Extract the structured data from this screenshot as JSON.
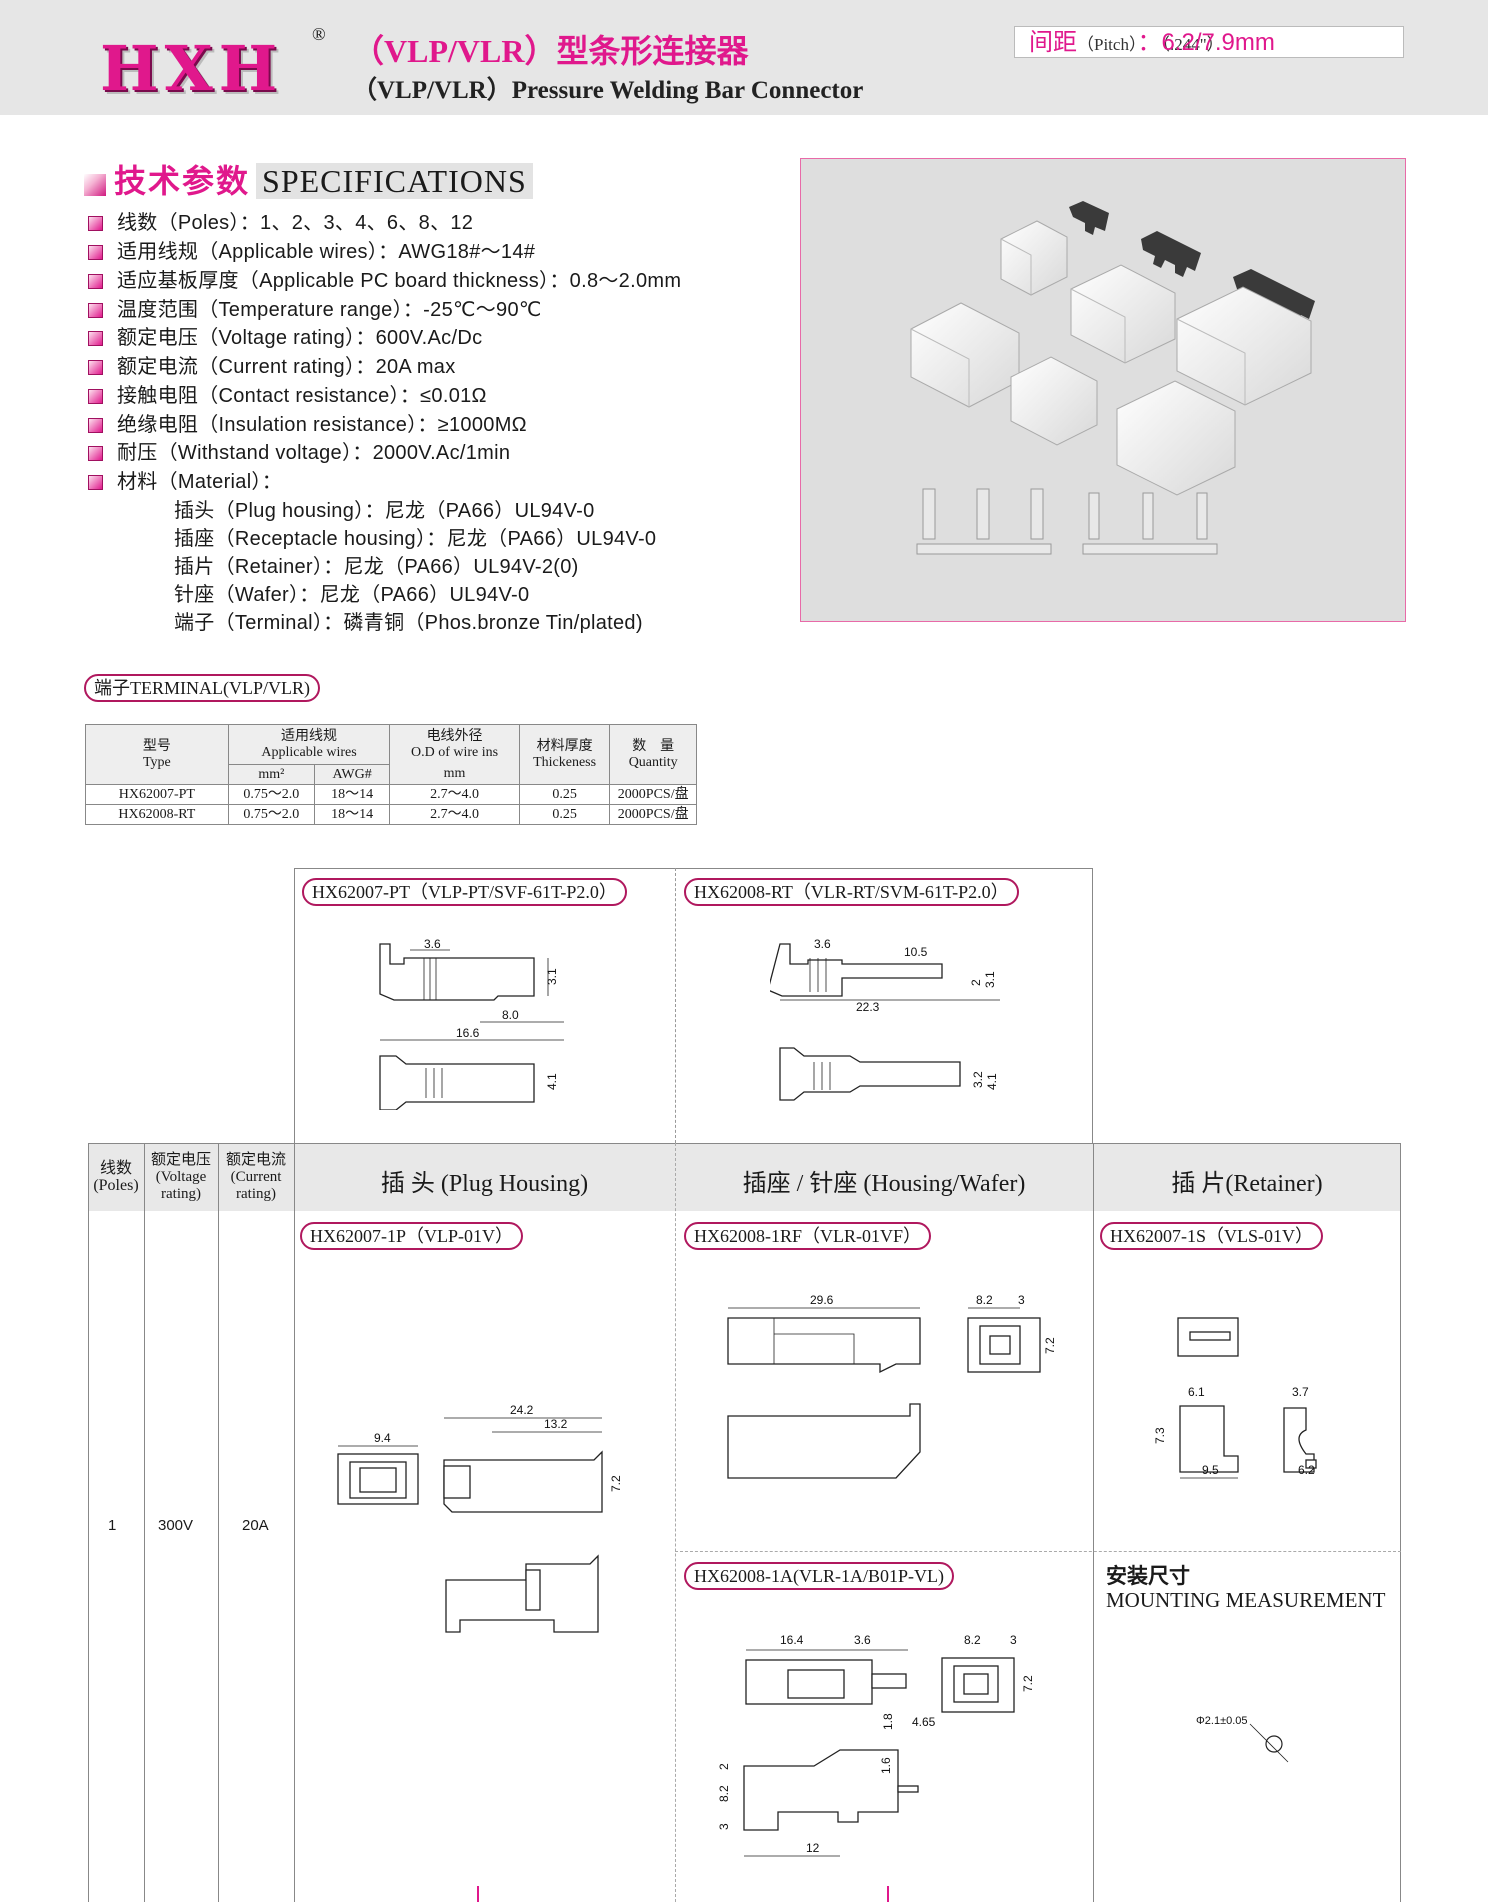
{
  "header": {
    "logo": "HXH",
    "registered": "®",
    "title_cn": "（VLP/VLR）型条形连接器",
    "title_en": "（VLP/VLR）Pressure Welding Bar Connector",
    "pitch_label": "间距",
    "pitch_en": "（Pitch）",
    "pitch_colon": "：",
    "pitch_value": "6.2/7.9mm",
    "pitch_inch": "（.244\"）"
  },
  "specifications": {
    "heading_cn": "技术参数",
    "heading_en": "SPECIFICATIONS",
    "rows": [
      "线数（Poles）：1、2、3、4、6、8、12",
      "适用线规（Applicable wires）：AWG18#～14#",
      "适应基板厚度（Applicable PC board thickness）：0.8～2.0mm",
      "温度范围（Temperature range）：-25℃～90℃",
      "额定电压（Voltage rating）：600V.Ac/Dc",
      "额定电流（Current rating）：20A max",
      "接触电阻（Contact resistance）：≤0.01Ω",
      "绝缘电阻（Insulation resistance）：≥1000MΩ",
      "耐压（Withstand voltage）：2000V.Ac/1min",
      "材料（Material）："
    ],
    "material_rows": [
      "插头（Plug housing）：尼龙（PA66）UL94V-0",
      "插座（Receptacle housing）：尼龙（PA66）UL94V-0",
      "插片（Retainer）：尼龙（PA66）UL94V-2(0)",
      "针座（Wafer）：尼龙（PA66）UL94V-0",
      "端子（Terminal）：磷青铜（Phos.bronze Tin/plated)"
    ]
  },
  "terminal_section": {
    "label": "端子TERMINAL(VLP/VLR)",
    "headers": {
      "type_cn": "型号",
      "type_en": "Type",
      "wires_cn": "适用线规",
      "wires_en": "Applicable wires",
      "mm2": "mm²",
      "awg": "AWG#",
      "od_cn": "电线外径",
      "od_en": "O.D of wire ins",
      "od_unit": "mm",
      "thick_cn": "材料厚度",
      "thick_en": "Thickeness",
      "qty_cn": "数　量",
      "qty_en": "Quantity"
    },
    "rows": [
      {
        "type": "HX62007-PT",
        "mm2": "0.75～2.0",
        "awg": "18～14",
        "od": "2.7～4.0",
        "thick": "0.25",
        "qty": "2000PCS/盘"
      },
      {
        "type": "HX62008-RT",
        "mm2": "0.75～2.0",
        "awg": "18～14",
        "od": "2.7～4.0",
        "thick": "0.25",
        "qty": "2000PCS/盘"
      }
    ]
  },
  "drawings": {
    "pt_label": "HX62007-PT（VLP-PT/SVF-61T-P2.0）",
    "rt_label": "HX62008-RT（VLR-RT/SVM-61T-P2.0）",
    "pt_dims": {
      "a": "3.6",
      "b": "3.1",
      "c": "8.0",
      "d": "16.6",
      "e": "4.1"
    },
    "rt_dims": {
      "a": "3.6",
      "b": "10.5",
      "c": "2",
      "d": "3.1",
      "e": "22.3",
      "f": "3.2",
      "g": "4.1"
    }
  },
  "table": {
    "col_poles_cn": "线数",
    "col_poles_en": "(Poles)",
    "col_volt_cn": "额定电压",
    "col_volt_en1": "(Voltage",
    "col_volt_en2": "rating)",
    "col_curr_cn": "额定电流",
    "col_curr_en1": "(Current",
    "col_curr_en2": "rating)",
    "plug_head": "插 头 (Plug Housing)",
    "housing_head": "插座 / 针座 (Housing/Wafer)",
    "retainer_head": "插 片(Retainer)",
    "poles": "1",
    "voltage": "300V",
    "current": "20A",
    "plug_label": "HX62007-1P（VLP-01V）",
    "rf_label": "HX62008-1RF（VLR-01VF）",
    "retainer_label": "HX62007-1S（VLS-01V）",
    "wafer_label": "HX62008-1A(VLR-1A/B01P-VL)",
    "plug_dims": {
      "a": "9.4",
      "b": "24.2",
      "c": "13.2",
      "d": "7.2"
    },
    "rf_dims": {
      "a": "29.6",
      "b": "8.2",
      "c": "3",
      "d": "7.2"
    },
    "ret_dims": {
      "a": "6.1",
      "b": "3.7",
      "c": "7.3",
      "d": "9.5",
      "e": "6.2"
    },
    "wafer_dims": {
      "a": "16.4",
      "b": "3.6",
      "c": "8.2",
      "d": "3",
      "e": "7.2",
      "f": "1.8",
      "g": "4.65",
      "h": "2",
      "i": "8.2",
      "j": "3",
      "k": "1.6",
      "l": "12"
    },
    "mount_cn": "安装尺寸",
    "mount_en": "MOUNTING MEASUREMENT",
    "mount_dim": "Φ2.1±0.05"
  },
  "colors": {
    "brand": "#e0188c",
    "band": "#e6e6e6"
  }
}
